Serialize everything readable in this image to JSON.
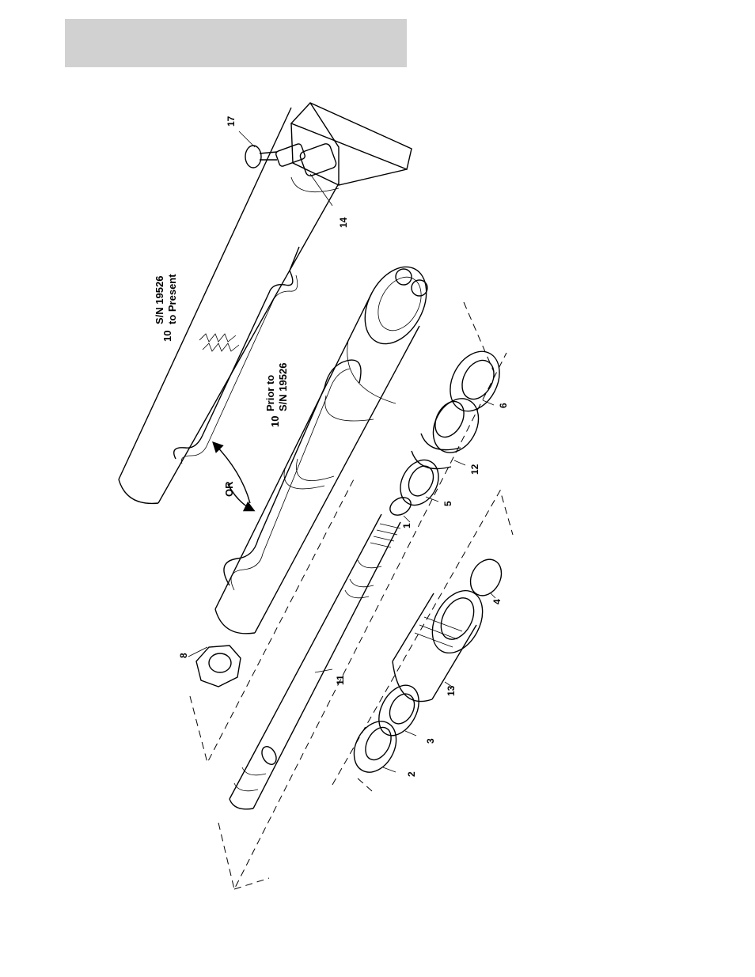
{
  "header_bar": {
    "color": "#d1d1d1",
    "text": ""
  },
  "labels": {
    "n10_top": "10",
    "sn_present_1": "S/N 19526",
    "sn_present_2": "to Present",
    "n10_prior": "10",
    "sn_prior_1": "Prior to",
    "sn_prior_2": "S/N 19526",
    "or": "OR",
    "n17": "17",
    "n14": "14",
    "n8": "8",
    "n11": "11",
    "n1": "1",
    "n5": "5",
    "n12": "12",
    "n6": "6",
    "n4": "4",
    "n13": "13",
    "n3": "3",
    "n2": "2"
  }
}
